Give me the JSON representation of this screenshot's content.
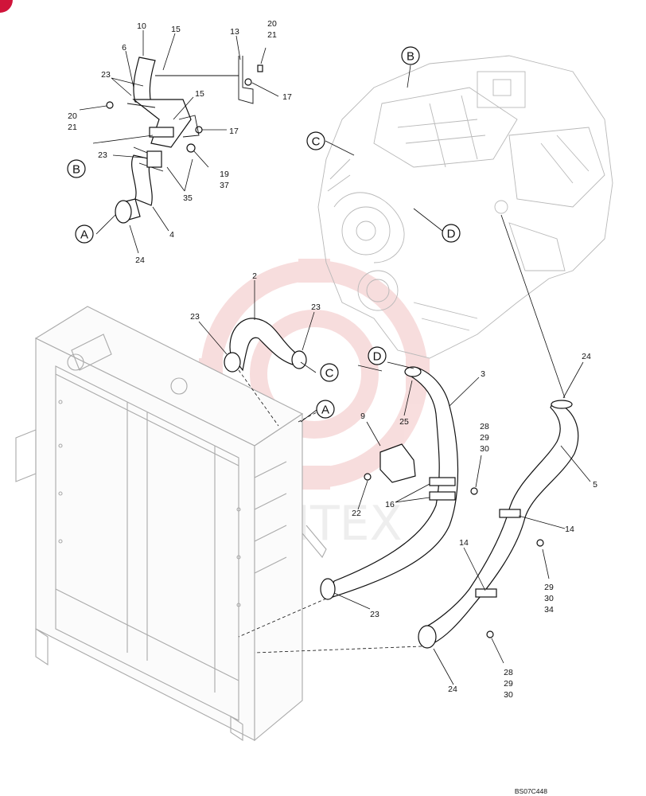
{
  "figure_code": "BS07C448",
  "watermark": "ИНТЕХ",
  "callouts": {
    "A_upper": "A",
    "A_lower": "A",
    "B_upper": "B",
    "B_engine": "B",
    "C_engine": "C",
    "C_lower": "C",
    "D_engine": "D",
    "D_lower": "D"
  },
  "labels": {
    "p10": "10",
    "p15a": "15",
    "p13": "13",
    "p20a": "20",
    "p21a": "21",
    "p6": "6",
    "p23a": "23",
    "p17a": "17",
    "p15b": "15",
    "p20b": "20",
    "p21b": "21",
    "p17b": "17",
    "p23b": "23",
    "p19": "19",
    "p37": "37",
    "p35": "35",
    "p4": "4",
    "p24a": "24",
    "p2": "2",
    "p23c": "23",
    "p23d": "23",
    "p3": "3",
    "p9": "9",
    "p25": "25",
    "p24b": "24",
    "p28a": "28",
    "p29a": "29",
    "p30a": "30",
    "p16": "16",
    "p22": "22",
    "p5": "5",
    "p14a": "14",
    "p14b": "14",
    "p29b": "29",
    "p30b": "30",
    "p34": "34",
    "p23e": "23",
    "p28b": "28",
    "p29c": "29",
    "p30c": "30",
    "p24c": "24"
  }
}
